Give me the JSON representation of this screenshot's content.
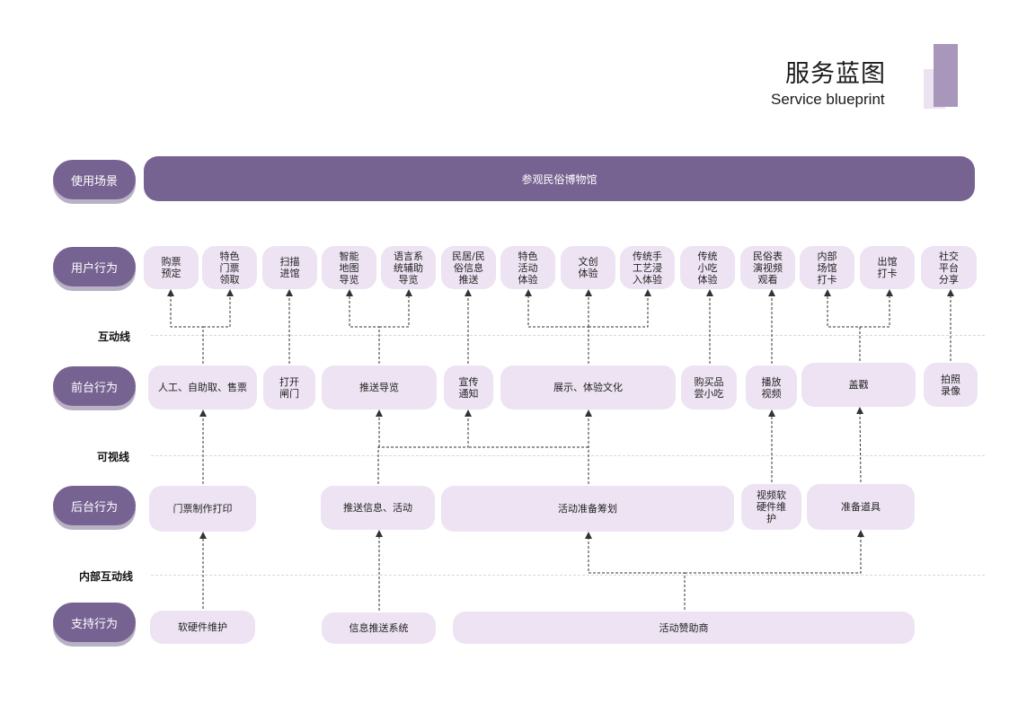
{
  "title": "服务蓝图",
  "subtitle": "Service blueprint",
  "lanes": {
    "scene": "使用场景",
    "user": "用户行为",
    "front": "前台行为",
    "back": "后台行为",
    "support": "支持行为"
  },
  "scene_text": "参观民俗博物馆",
  "lines": {
    "interaction": "互动线",
    "visibility": "可视线",
    "internal": "内部互动线"
  },
  "user_actions": [
    "购票\n预定",
    "特色\n门票\n领取",
    "扫描\n进馆",
    "智能\n地图\n导览",
    "语言系\n统辅助\n导览",
    "民居/民\n俗信息\n推送",
    "特色\n活动\n体验",
    "文创\n体验",
    "传统手\n工艺浸\n入体验",
    "传统\n小吃\n体验",
    "民俗表\n演视频\n观看",
    "内部\n场馆\n打卡",
    "出馆\n打卡",
    "社交\n平台\n分享"
  ],
  "front_actions": [
    "人工、自助取、售票",
    "打开\n闸门",
    "推送导览",
    "宣传\n通知",
    "展示、体验文化",
    "购买品\n尝小吃",
    "播放\n视频",
    "盖戳",
    "拍照\n录像"
  ],
  "back_actions": [
    "门票制作打印",
    "推送信息、活动",
    "活动准备筹划",
    "视频软\n硬件维\n护",
    "准备道具"
  ],
  "support_actions": [
    "软硬件维护",
    "信息推送系统",
    "活动赞助商"
  ],
  "colors": {
    "lane": "#776392",
    "box": "#ede3f3",
    "deco_dark": "#a896bb",
    "deco_light": "#ebe3f0"
  }
}
